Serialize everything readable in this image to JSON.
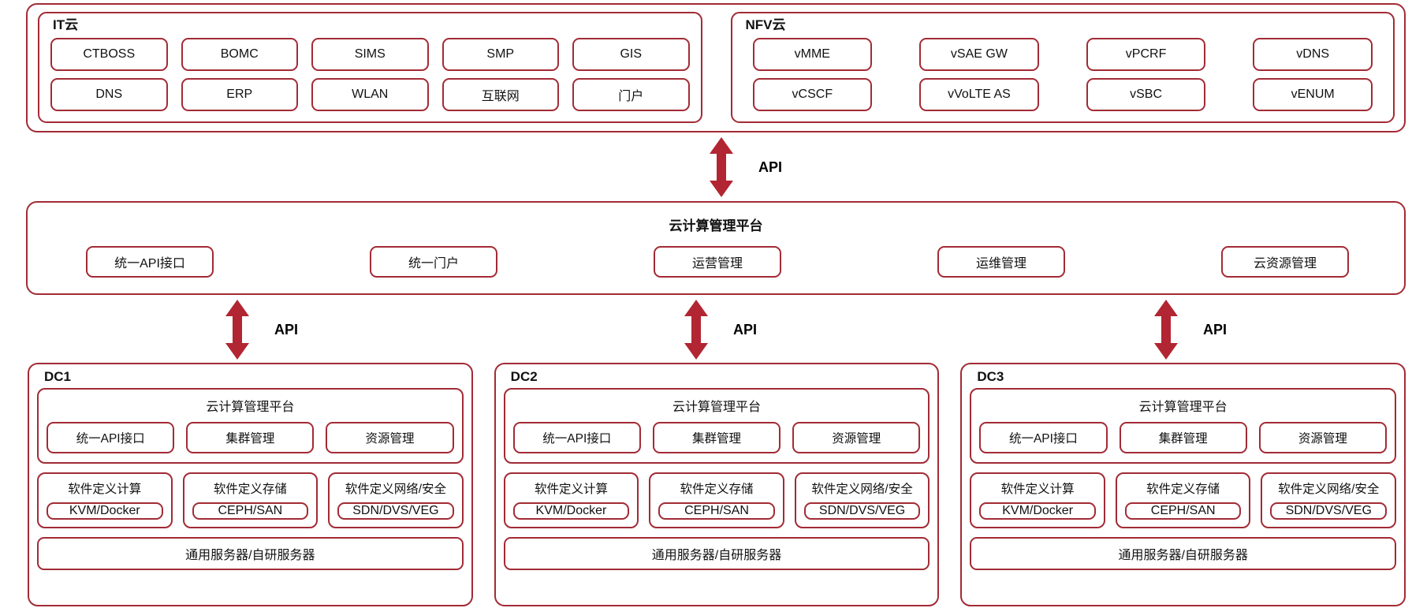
{
  "colors": {
    "border": "#A22B35",
    "arrow": "#B22532",
    "text": "#111111",
    "background": "#FFFFFF"
  },
  "api_label": "API",
  "top_section": {
    "it_cloud": {
      "title": "IT云",
      "rows": [
        [
          "CTBOSS",
          "BOMC",
          "SIMS",
          "SMP",
          "GIS"
        ],
        [
          "DNS",
          "ERP",
          "WLAN",
          "互联网",
          "门户"
        ]
      ]
    },
    "nfv_cloud": {
      "title": "NFV云",
      "rows": [
        [
          "vMME",
          "vSAE GW",
          "vPCRF",
          "vDNS"
        ],
        [
          "vCSCF",
          "vVoLTE AS",
          "vSBC",
          "vENUM"
        ]
      ]
    }
  },
  "management_platform": {
    "title": "云计算管理平台",
    "modules": [
      "统一API接口",
      "统一门户",
      "运营管理",
      "运维管理",
      "云资源管理"
    ]
  },
  "datacenters": [
    {
      "name": "DC1",
      "platform": {
        "title": "云计算管理平台",
        "modules": [
          "统一API接口",
          "集群管理",
          "资源管理"
        ]
      },
      "layers": [
        {
          "title": "软件定义计算",
          "tech": "KVM/Docker"
        },
        {
          "title": "软件定义存储",
          "tech": "CEPH/SAN"
        },
        {
          "title": "软件定义网络/安全",
          "tech": "SDN/DVS/VEG"
        }
      ],
      "hardware": "通用服务器/自研服务器"
    },
    {
      "name": "DC2",
      "platform": {
        "title": "云计算管理平台",
        "modules": [
          "统一API接口",
          "集群管理",
          "资源管理"
        ]
      },
      "layers": [
        {
          "title": "软件定义计算",
          "tech": "KVM/Docker"
        },
        {
          "title": "软件定义存储",
          "tech": "CEPH/SAN"
        },
        {
          "title": "软件定义网络/安全",
          "tech": "SDN/DVS/VEG"
        }
      ],
      "hardware": "通用服务器/自研服务器"
    },
    {
      "name": "DC3",
      "platform": {
        "title": "云计算管理平台",
        "modules": [
          "统一API接口",
          "集群管理",
          "资源管理"
        ]
      },
      "layers": [
        {
          "title": "软件定义计算",
          "tech": "KVM/Docker"
        },
        {
          "title": "软件定义存储",
          "tech": "CEPH/SAN"
        },
        {
          "title": "软件定义网络/安全",
          "tech": "SDN/DVS/VEG"
        }
      ],
      "hardware": "通用服务器/自研服务器"
    }
  ]
}
